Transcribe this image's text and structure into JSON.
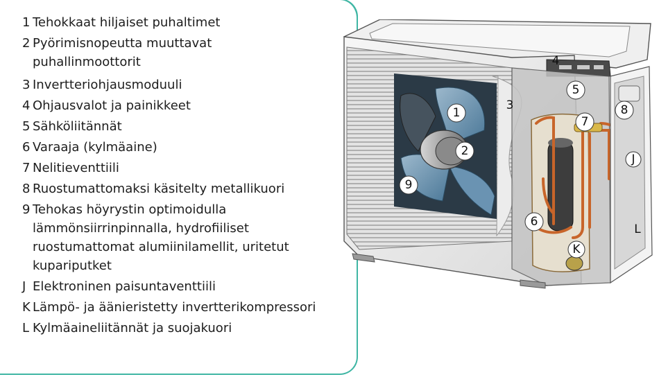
{
  "legend": {
    "items": [
      {
        "key": "1",
        "text": "Tehokkaat hiljaiset puhaltimet"
      },
      {
        "key": "2",
        "text": "Pyörimisnopeutta muuttavat\n puhallinmoottorit"
      },
      {
        "key": "3",
        "text": "Invertteriohjausmoduuli"
      },
      {
        "key": "4",
        "text": "Ohjausvalot ja painikkeet"
      },
      {
        "key": "5",
        "text": "Sähköliitännät"
      },
      {
        "key": "6",
        "text": "Varaaja (kylmäaine)"
      },
      {
        "key": "7",
        "text": "Nelitieventtiili"
      },
      {
        "key": "8",
        "text": "Ruostumattomaksi käsitelty metallikuori"
      },
      {
        "key": "9",
        "text": "Tehokas höyrystin optimoidulla\nlämmönsiirrinpinnalla, hydrofiiliset\nruostumattomat alumiinilamellit, uritetut\nkupariputket"
      },
      {
        "key": "J",
        "text": "Elektroninen paisuntaventtiili"
      },
      {
        "key": "K",
        "text": "Lämpö- ja äänieristetty invertterikompressori"
      },
      {
        "key": "L",
        "text": "Kylmäaineliitännät ja suojakuori"
      }
    ]
  },
  "callouts": {
    "c1": "1",
    "c2": "2",
    "c3": "3",
    "c4": "4",
    "c5": "5",
    "c6": "6",
    "c7": "7",
    "c8": "8",
    "c9": "9",
    "cJ": "J",
    "cK": "K",
    "cL": "L"
  },
  "colors": {
    "frame": "#3fb6a4",
    "copper": "#c8652a",
    "fan": "#5e88a8"
  }
}
